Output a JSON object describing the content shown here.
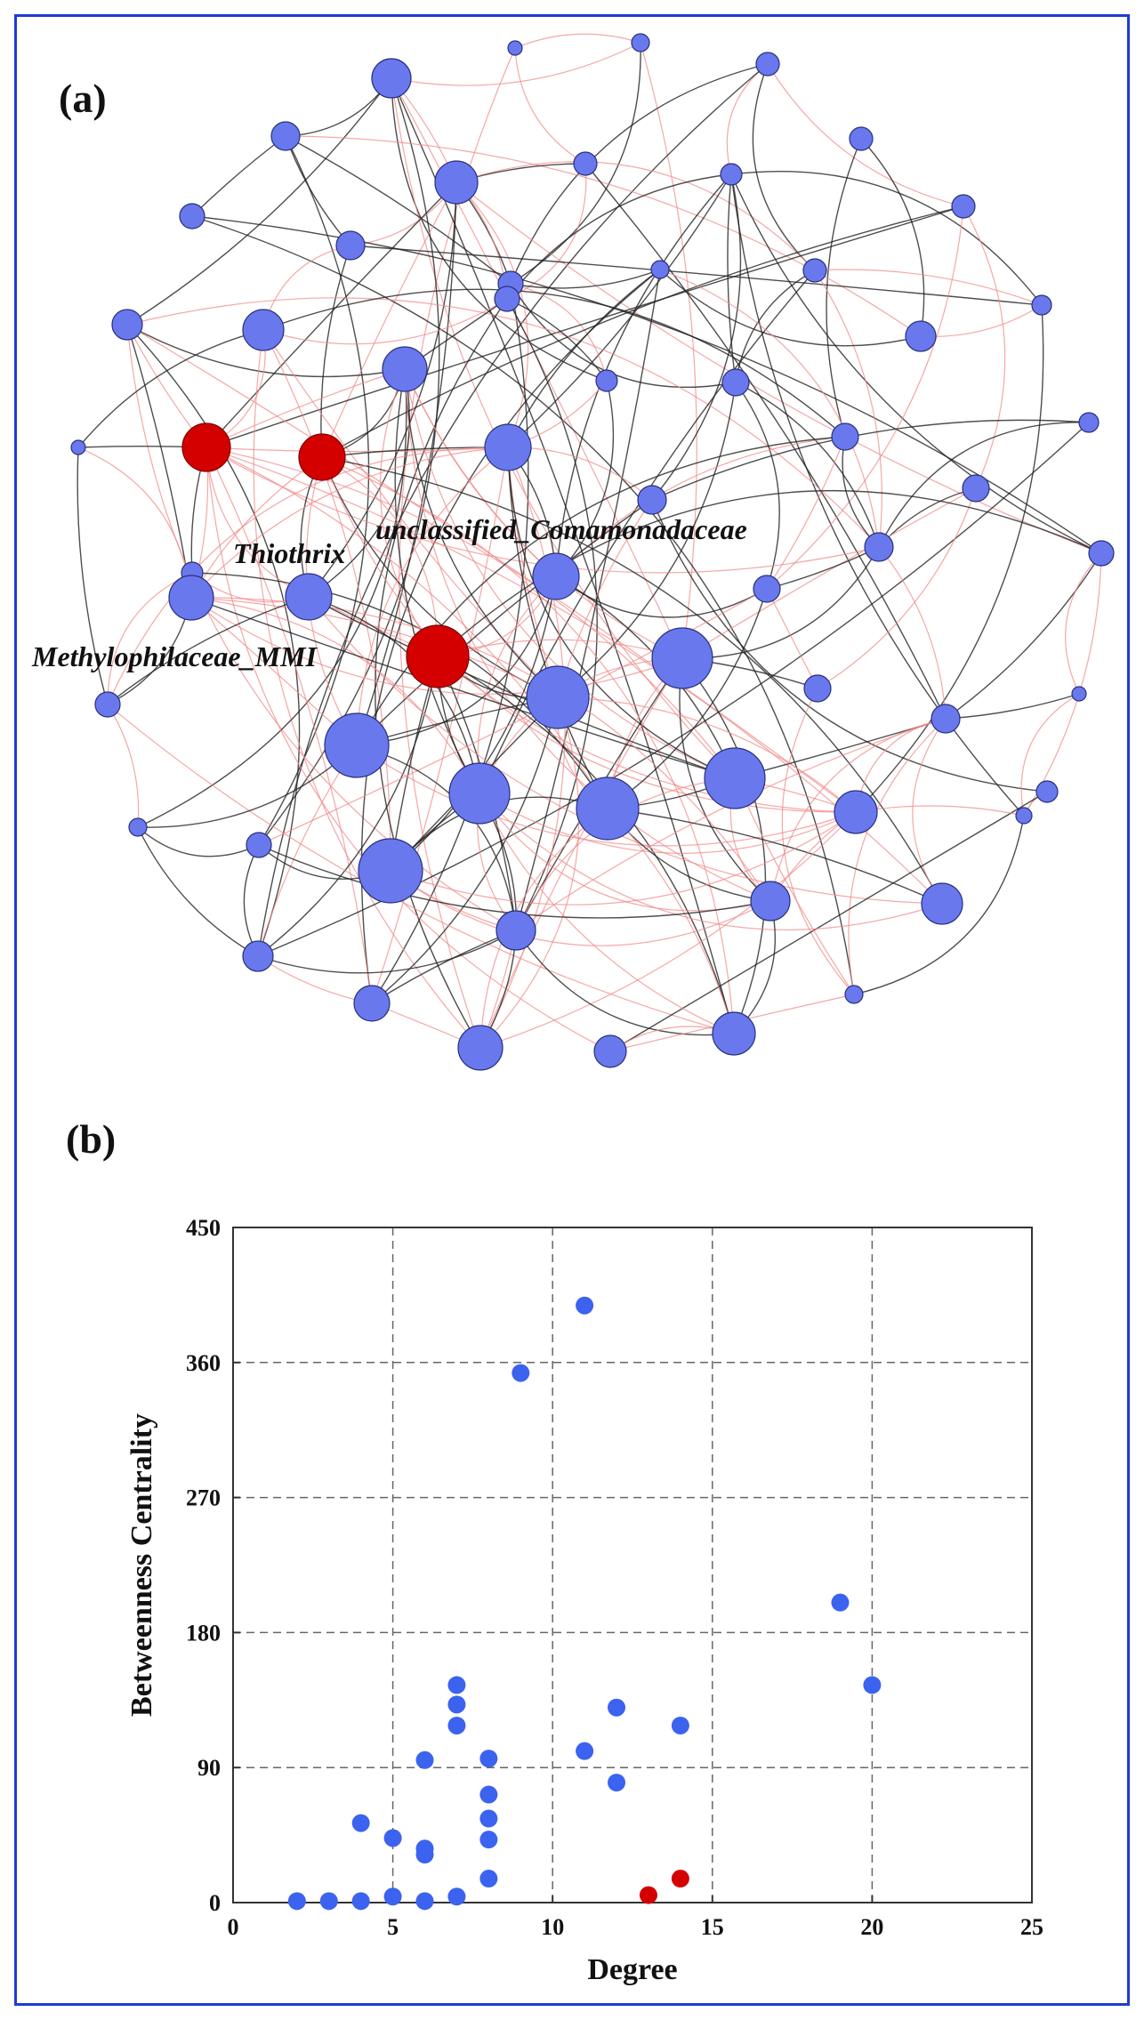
{
  "panels": {
    "a_label": "(a)",
    "b_label": "(b)"
  },
  "network": {
    "highlight_color": "#d40000",
    "node_color": "#6a78ee",
    "positive_edge_color": "#f08a8a",
    "negative_edge_color": "#222222",
    "highlighted_labels": [
      "Thiothrix",
      "unclassified_Comamonadaceae",
      "Methylophilaceae_MMI"
    ]
  },
  "chart_data": {
    "type": "scatter",
    "xlabel": "Degree",
    "ylabel": "Betweenness Centrality",
    "xlim": [
      0,
      25
    ],
    "ylim": [
      0,
      450
    ],
    "xticks": [
      0,
      5,
      10,
      15,
      20,
      25
    ],
    "yticks": [
      0,
      90,
      180,
      270,
      360,
      450
    ],
    "grid": true,
    "series": [
      {
        "color": "#3b63f0",
        "points": [
          [
            2,
            1
          ],
          [
            3,
            1
          ],
          [
            4,
            1
          ],
          [
            4,
            53
          ],
          [
            5,
            4
          ],
          [
            5,
            43
          ],
          [
            6,
            1
          ],
          [
            6,
            32
          ],
          [
            6,
            36
          ],
          [
            6,
            95
          ],
          [
            7,
            4
          ],
          [
            7,
            118
          ],
          [
            7,
            132
          ],
          [
            7,
            145
          ],
          [
            8,
            16
          ],
          [
            8,
            42
          ],
          [
            8,
            56
          ],
          [
            8,
            72
          ],
          [
            8,
            96
          ],
          [
            9,
            353
          ],
          [
            11,
            101
          ],
          [
            11,
            398
          ],
          [
            12,
            80
          ],
          [
            12,
            130
          ],
          [
            14,
            118
          ],
          [
            19,
            200
          ],
          [
            20,
            145
          ]
        ]
      },
      {
        "color": "#d40000",
        "points": [
          [
            13,
            5
          ],
          [
            14,
            16
          ]
        ]
      }
    ]
  }
}
